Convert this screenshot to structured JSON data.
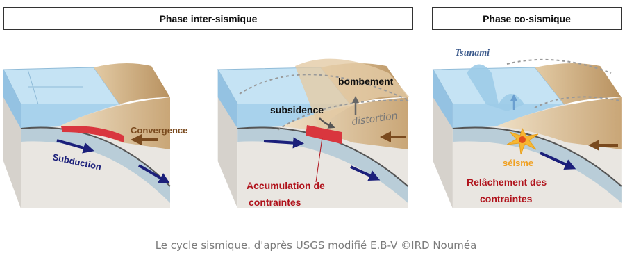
{
  "phases": {
    "inter": "Phase inter-sismique",
    "co": "Phase co-sismique"
  },
  "labels": {
    "convergence": "Convergence",
    "subduction": "Subduction",
    "bombement": "bombement",
    "subsidence": "subsidence",
    "distortion": "distortion",
    "accumulation_1": "Accumulation de",
    "accumulation_2": "contraintes",
    "tsunami": "Tsunami",
    "seisme": "séisme",
    "relachement_1": "Relâchement des",
    "relachement_2": "contraintes"
  },
  "caption": "Le cycle sismique. d'après USGS modifié E.B-V ©IRD Nouméa",
  "colors": {
    "water": "#a8d2ec",
    "land": "#c9a677",
    "slab": "#b9cdd8",
    "stress": "#d9363e",
    "arrow_blue": "#1b1f7a",
    "arrow_brown": "#7a4a1e",
    "label_red": "#b0121b"
  }
}
